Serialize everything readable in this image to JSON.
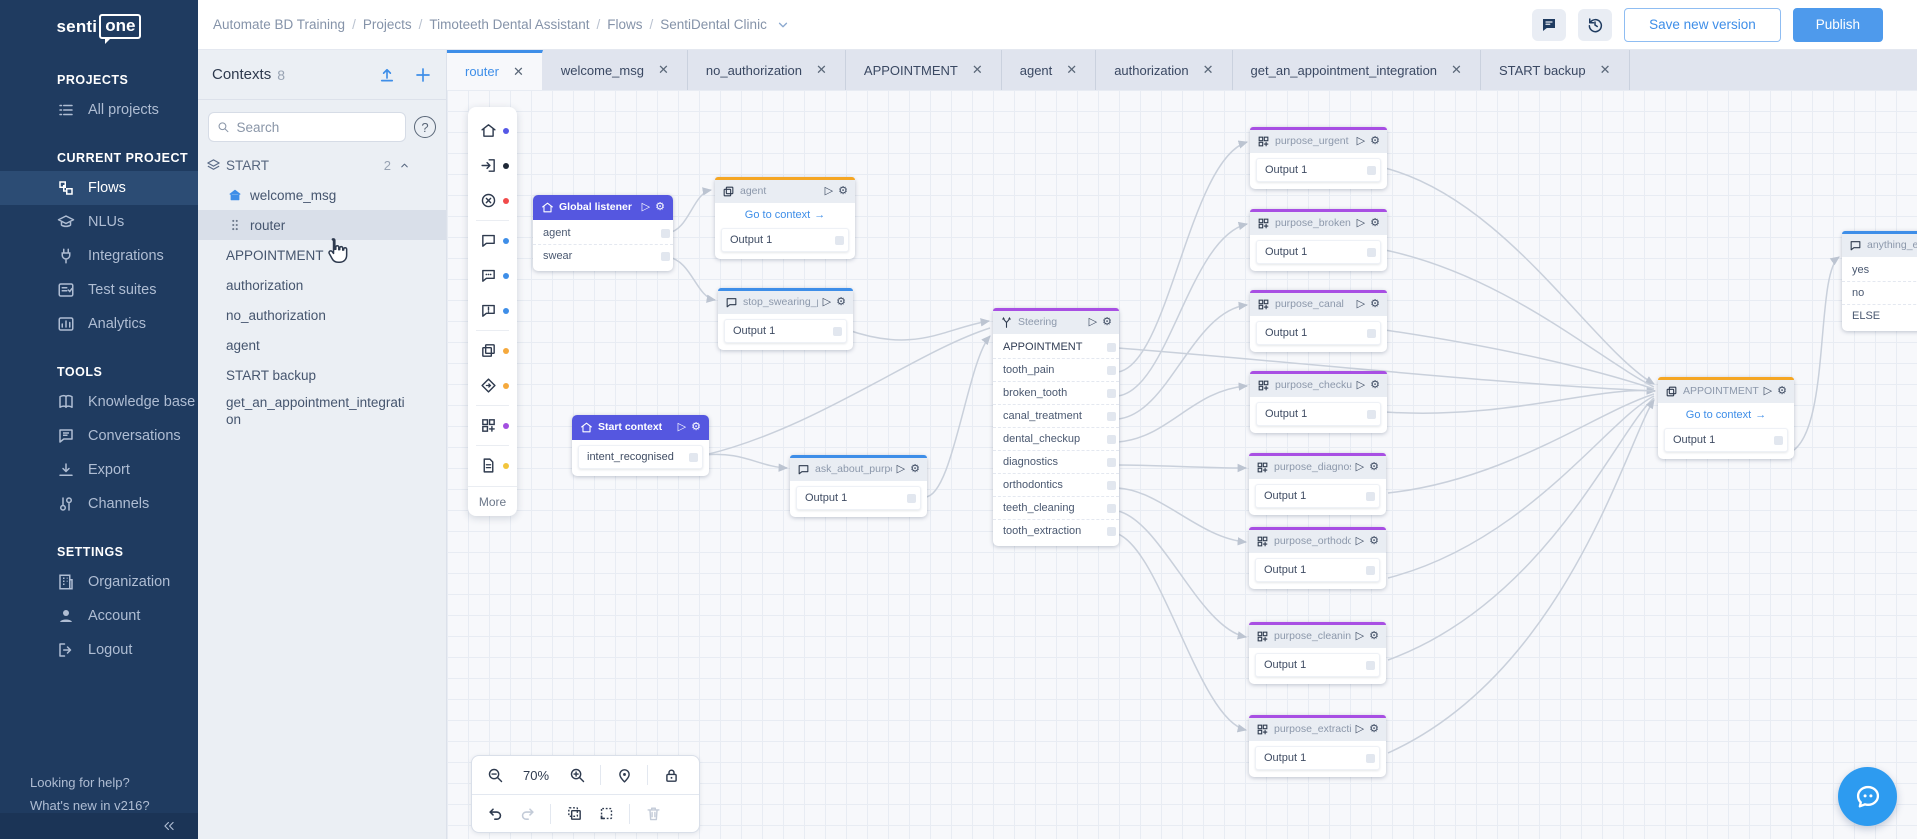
{
  "colors": {
    "sidebar_navy": "#1F3B60",
    "accent_blue": "#3E8EE8",
    "publish_blue": "#4E9AEC",
    "node_purple": "#5557E0",
    "accent_purple": "#A84FE3",
    "accent_orange": "#F5A623",
    "danger_red": "#F14B4B",
    "dot_yellow": "#F2C53D",
    "fab_blue": "#2D9BF0",
    "edge_grey": "#C9D0DB"
  },
  "sidebar": {
    "logo_senti": "senti",
    "logo_one": "one",
    "sections": [
      {
        "title": "PROJECTS",
        "items": [
          {
            "label": "All projects"
          }
        ]
      },
      {
        "title": "CURRENT PROJECT",
        "items": [
          {
            "label": "Flows"
          },
          {
            "label": "NLUs"
          },
          {
            "label": "Integrations"
          },
          {
            "label": "Test suites"
          },
          {
            "label": "Analytics"
          }
        ]
      },
      {
        "title": "TOOLS",
        "items": [
          {
            "label": "Knowledge base"
          },
          {
            "label": "Conversations"
          },
          {
            "label": "Export"
          },
          {
            "label": "Channels"
          }
        ]
      },
      {
        "title": "SETTINGS",
        "items": [
          {
            "label": "Organization"
          },
          {
            "label": "Account"
          },
          {
            "label": "Logout"
          }
        ]
      }
    ],
    "footer": {
      "help": "Looking for help?",
      "whats_new": "What's new in v216?"
    }
  },
  "header": {
    "breadcrumb": [
      "Automate BD Training",
      "Projects",
      "Timoteeth Dental Assistant",
      "Flows",
      "SentiDental Clinic"
    ],
    "save_button": "Save new version",
    "publish_button": "Publish"
  },
  "contexts_panel": {
    "title": "Contexts",
    "count": "8",
    "search_placeholder": "Search",
    "group": {
      "label": "START",
      "count": "2"
    },
    "group_items": [
      {
        "label": "welcome_msg"
      },
      {
        "label": "router"
      }
    ],
    "items": [
      {
        "label": "APPOINTMENT"
      },
      {
        "label": "authorization"
      },
      {
        "label": "no_authorization"
      },
      {
        "label": "agent"
      },
      {
        "label": "START backup"
      },
      {
        "label": "get_an_appointment_integration"
      }
    ]
  },
  "tabs": [
    {
      "label": "router",
      "active": true
    },
    {
      "label": "welcome_msg",
      "active": false
    },
    {
      "label": "no_authorization",
      "active": false
    },
    {
      "label": "APPOINTMENT",
      "active": false
    },
    {
      "label": "agent",
      "active": false
    },
    {
      "label": "authorization",
      "active": false
    },
    {
      "label": "get_an_appointment_integration",
      "active": false
    },
    {
      "label": "START backup",
      "active": false
    }
  ],
  "palette": {
    "more": "More"
  },
  "canvas": {
    "zoom": "70%",
    "nodes": {
      "global_listener": {
        "title": "Global listener",
        "rows": [
          "agent",
          "swear"
        ]
      },
      "agent": {
        "title": "agent",
        "link": "Go to context",
        "rows": [
          "Output 1"
        ]
      },
      "stop_swearing": {
        "title": "stop_swearing_pls",
        "rows": [
          "Output 1"
        ]
      },
      "start_context": {
        "title": "Start context",
        "rows": [
          "intent_recognised"
        ]
      },
      "ask_about_purpose": {
        "title": "ask_about_purpose",
        "rows": [
          "Output 1"
        ]
      },
      "steering": {
        "title": "Steering",
        "rows": [
          "APPOINTMENT",
          "tooth_pain",
          "broken_tooth",
          "canal_treatment",
          "dental_checkup",
          "diagnostics",
          "orthodontics",
          "teeth_cleaning",
          "tooth_extraction"
        ]
      },
      "purpose_urgent": {
        "title": "purpose_urgent",
        "rows": [
          "Output 1"
        ]
      },
      "purpose_broken": {
        "title": "purpose_broken",
        "rows": [
          "Output 1"
        ]
      },
      "purpose_canal": {
        "title": "purpose_canal",
        "rows": [
          "Output 1"
        ]
      },
      "purpose_checkup": {
        "title": "purpose_checkup",
        "rows": [
          "Output 1"
        ]
      },
      "purpose_diagnostics": {
        "title": "purpose_diagnostics",
        "rows": [
          "Output 1"
        ]
      },
      "purpose_orthodontics": {
        "title": "purpose_orthodontics",
        "rows": [
          "Output 1"
        ]
      },
      "purpose_cleaning": {
        "title": "purpose_cleaning",
        "rows": [
          "Output 1"
        ]
      },
      "purpose_extraction": {
        "title": "purpose_extraction",
        "rows": [
          "Output 1"
        ]
      },
      "appointment": {
        "title": "APPOINTMENT",
        "link": "Go to context",
        "rows": [
          "Output 1"
        ]
      },
      "anything_else": {
        "title": "anything_else",
        "rows": [
          "yes",
          "no",
          "ELSE"
        ]
      }
    }
  }
}
